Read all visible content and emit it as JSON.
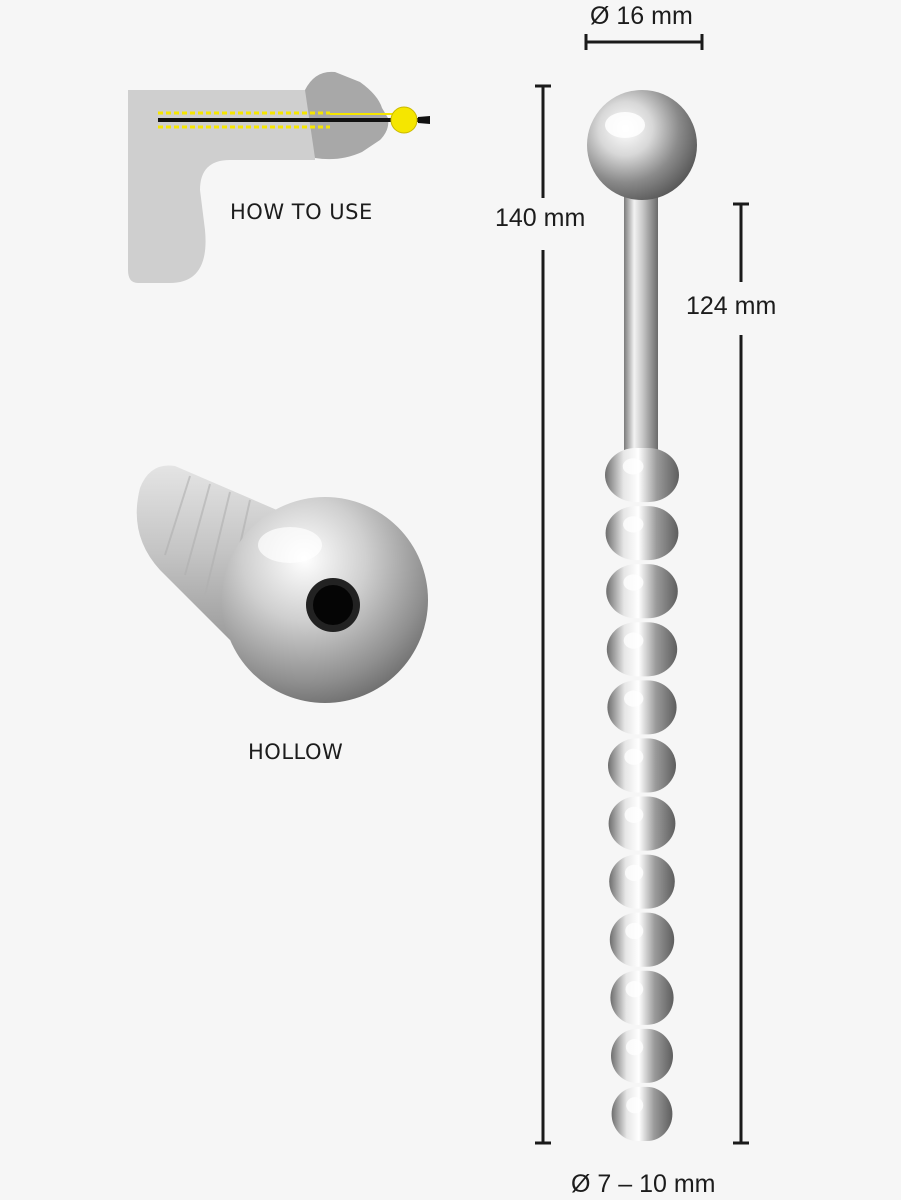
{
  "labels": {
    "how_to_use": "HOW TO USE",
    "hollow": "HOLLOW"
  },
  "dimensions": {
    "head_diameter": "Ø 16 mm",
    "total_length": "140 mm",
    "beaded_length": "124 mm",
    "shaft_diameter": "Ø 7 – 10 mm"
  },
  "colors": {
    "background": "#f6f6f6",
    "steel": "#b8b8b8",
    "diagram_gray": "#cfcfcf",
    "indicator": "#f5e600"
  },
  "product": {
    "bead_count": 12
  }
}
